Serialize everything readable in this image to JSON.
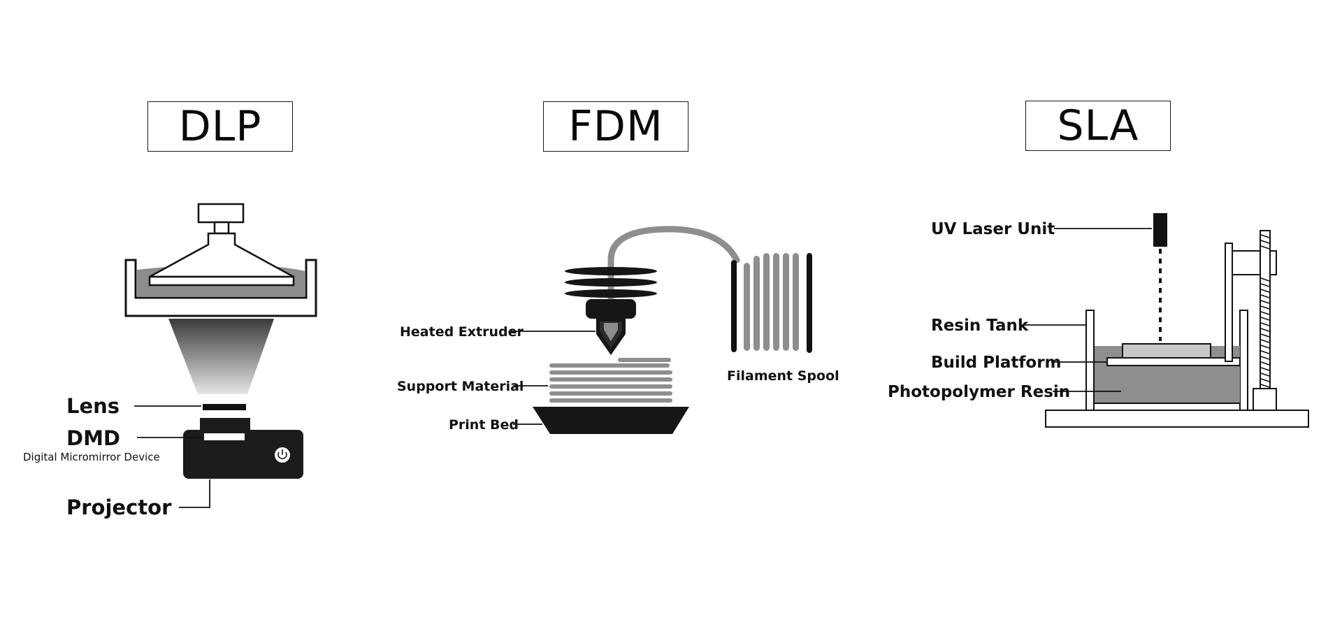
{
  "panels": {
    "dlp": {
      "title": "DLP",
      "labels": {
        "lens": "Lens",
        "dmd": "DMD",
        "dmd_full": "Digital Micromirror Device",
        "projector": "Projector"
      },
      "icons": {
        "power": "power-icon"
      }
    },
    "fdm": {
      "title": "FDM",
      "labels": {
        "extruder": "Heated Extruder",
        "support": "Support Material",
        "bed": "Print Bed",
        "spool": "Filament Spool"
      }
    },
    "sla": {
      "title": "SLA",
      "labels": {
        "laser": "UV Laser Unit",
        "tank": "Resin Tank",
        "platform": "Build Platform",
        "resin": "Photopolymer Resin"
      }
    }
  },
  "colors": {
    "ink": "#111111",
    "dark": "#1c1c1c",
    "mid_gray": "#8e8e8e",
    "light_gray": "#c8c8c8"
  }
}
